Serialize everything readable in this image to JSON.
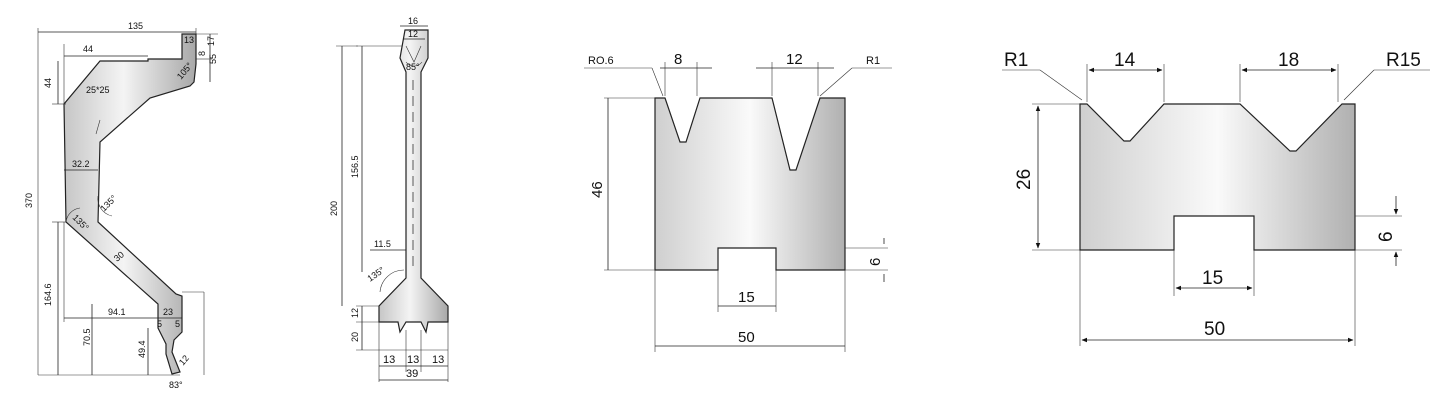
{
  "drawing1": {
    "width_top": "135",
    "top_offset": "44",
    "height_44": "44",
    "tip_13": "13",
    "tip_8": "8",
    "tip_17": "17",
    "tip_55": "55",
    "angle_105": "105°",
    "chamfer": "25*25",
    "width_32": "32.2",
    "angle_135a": "135°",
    "angle_135b": "135°",
    "height_370": "370",
    "width_30": "30",
    "height_164": "164.6",
    "width_94": "94.1",
    "width_23": "23",
    "small_5a": "5",
    "small_5b": "5",
    "height_70": "70.5",
    "height_49": "49.4",
    "tip_12": "12",
    "angle_83": "83°"
  },
  "drawing2": {
    "top_16": "16",
    "top_12": "12",
    "angle_85": "85°",
    "height_156": "156.5",
    "height_200": "200",
    "width_11": "11.5",
    "angle_135": "135°",
    "height_12": "12",
    "height_20": "20",
    "base_13a": "13",
    "base_13b": "13",
    "base_13c": "13",
    "total_39": "39"
  },
  "drawing3": {
    "radius_left": "RO.6",
    "v_width_8": "8",
    "v_width_12": "12",
    "radius_right": "R1",
    "height_46": "46",
    "slot_height_6": "6",
    "slot_width_15": "15",
    "total_width_50": "50"
  },
  "drawing4": {
    "radius_left": "R1",
    "v_width_14": "14",
    "v_width_18": "18",
    "radius_right": "R15",
    "height_26": "26",
    "slot_height_6": "6",
    "slot_width_15": "15",
    "total_width_50": "50"
  }
}
